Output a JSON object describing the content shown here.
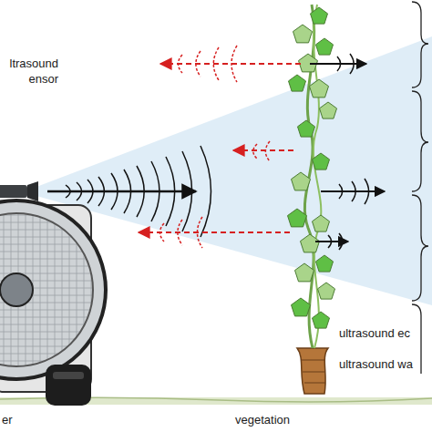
{
  "diagram": {
    "labels": [
      "ltrasound ensor",
      "vegetation",
      "ultrasound ec",
      "ultrasound wa",
      "er"
    ]
  }
}
